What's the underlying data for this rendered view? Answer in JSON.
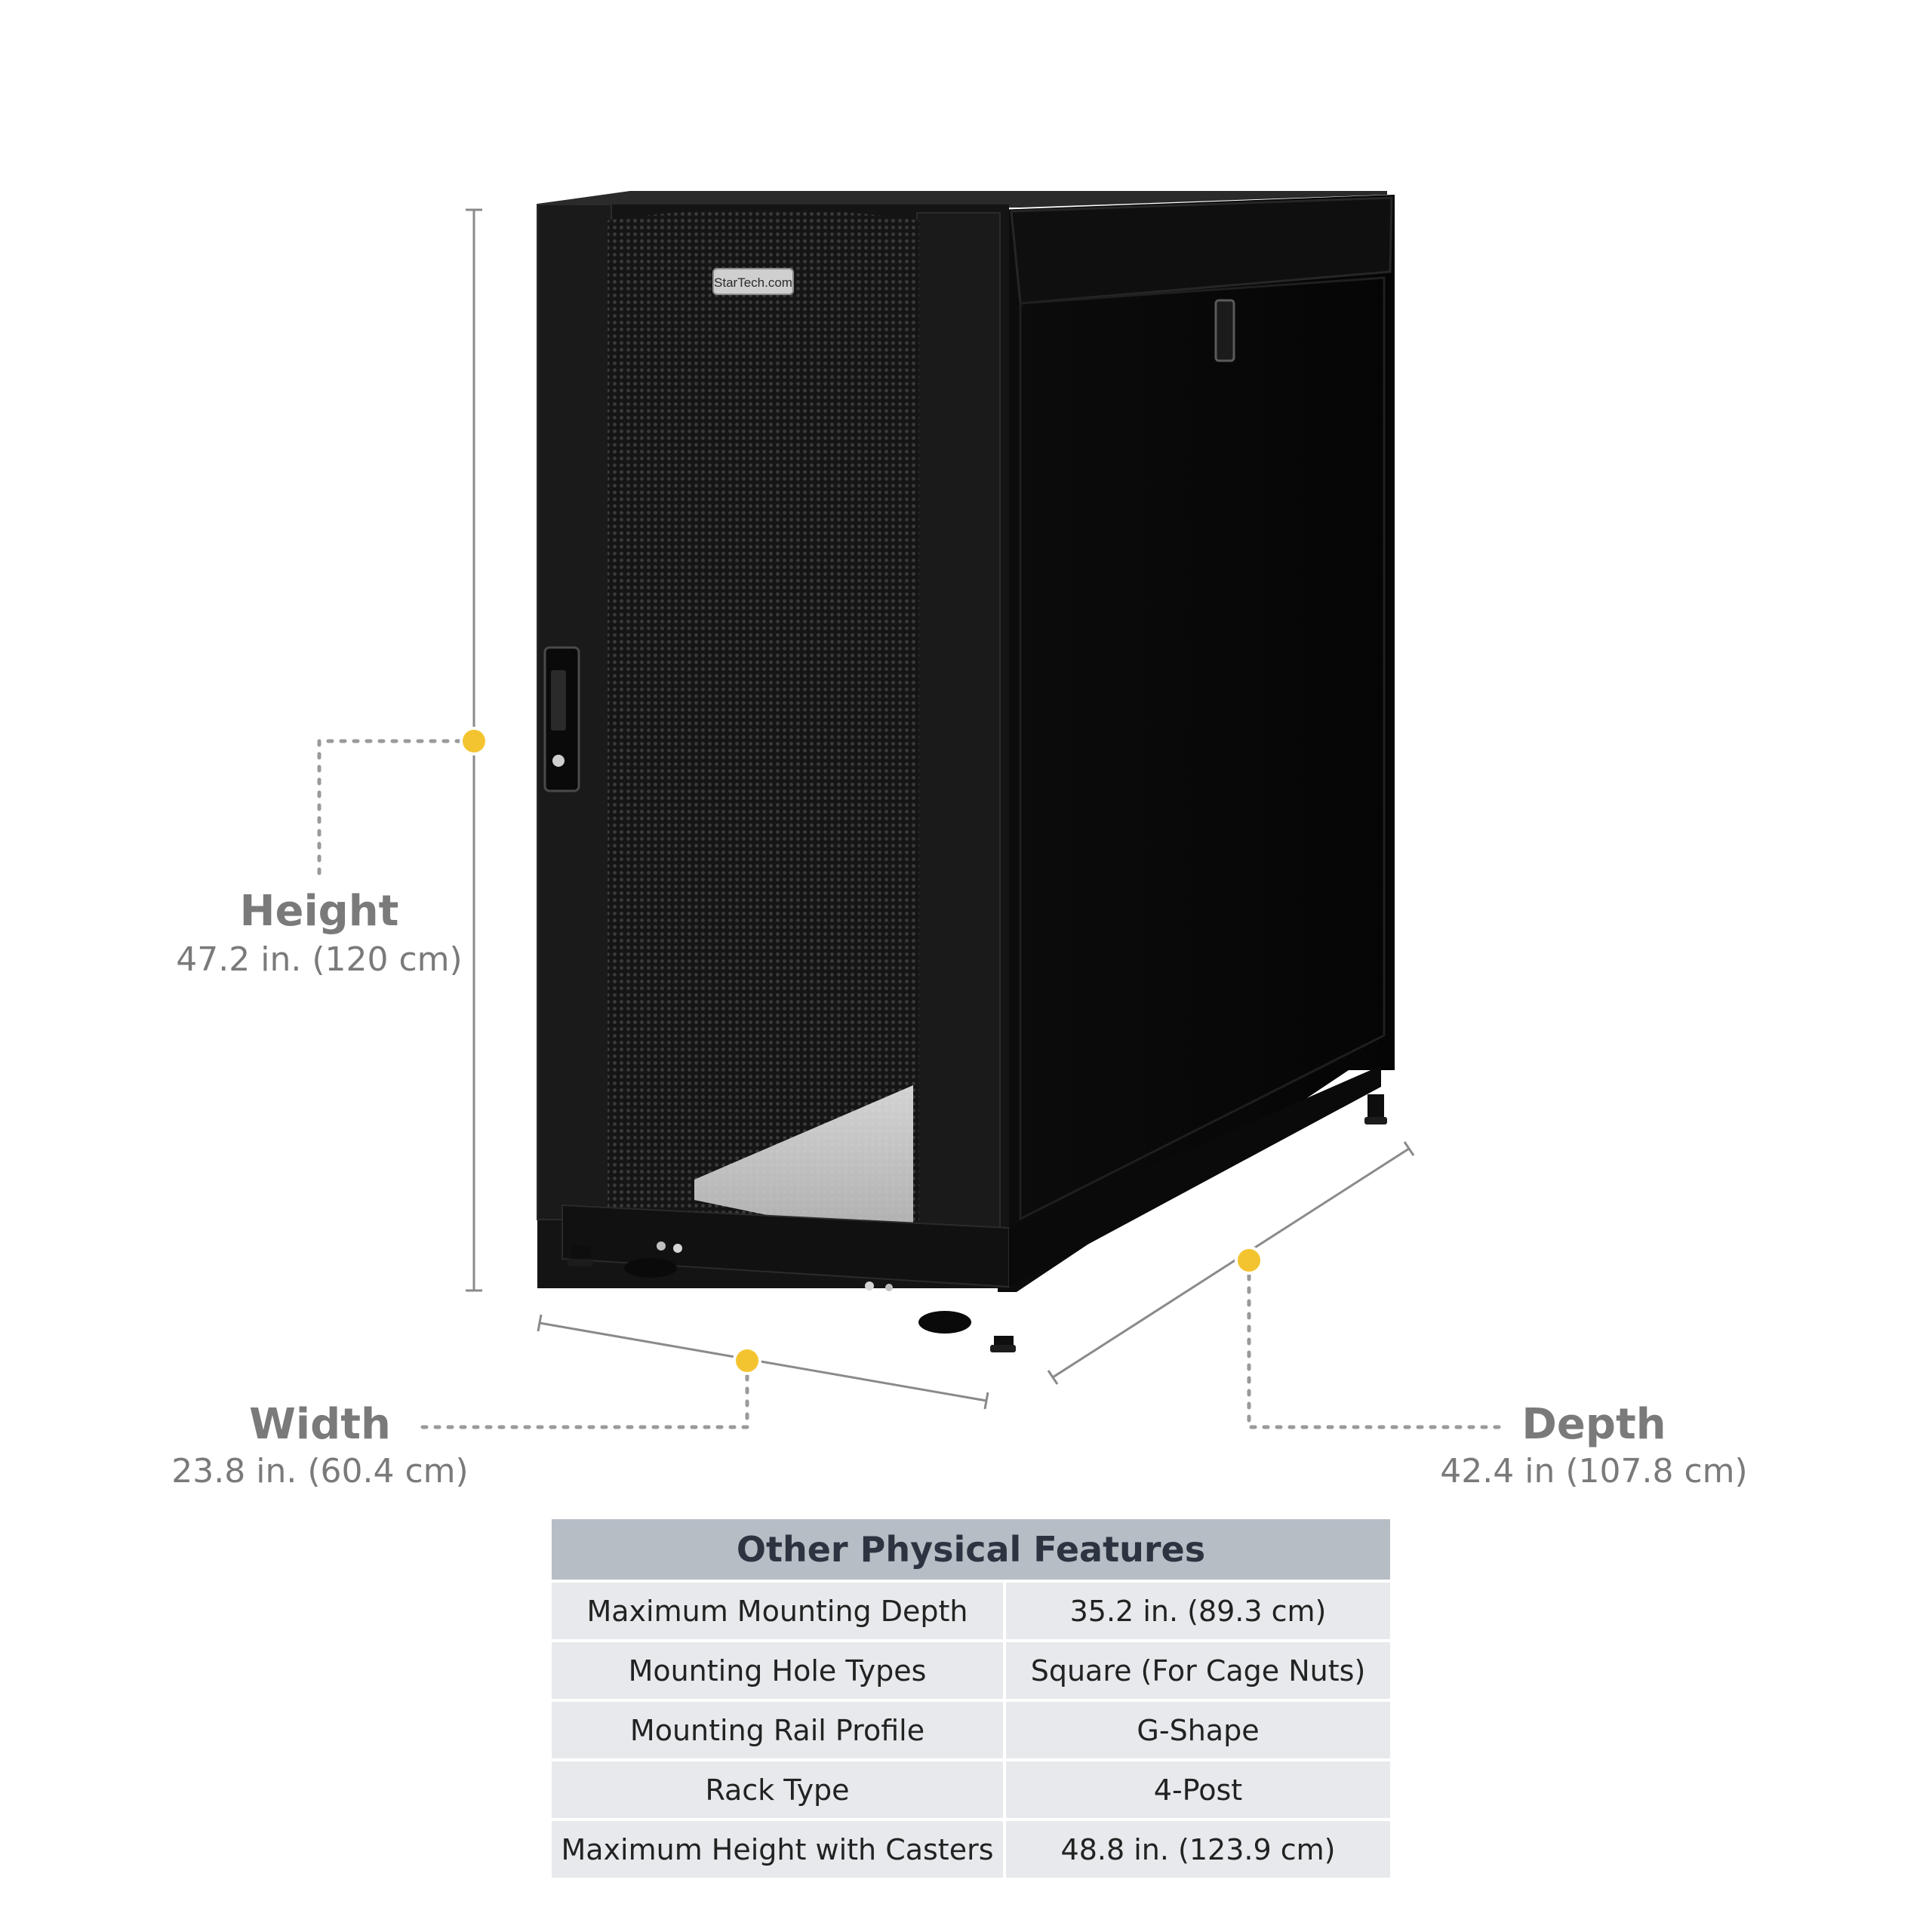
{
  "brand_logo_text": "StarTech.com",
  "accent_color": "#f4c430",
  "dimensions": {
    "height": {
      "title": "Height",
      "value": "47.2 in. (120 cm)"
    },
    "width": {
      "title": "Width",
      "value": "23.8 in. (60.4 cm)"
    },
    "depth": {
      "title": "Depth",
      "value": "42.4 in (107.8 cm)"
    }
  },
  "features_table": {
    "title": "Other Physical Features",
    "rows": [
      {
        "label": "Maximum Mounting Depth",
        "value": "35.2 in. (89.3 cm)"
      },
      {
        "label": "Mounting Hole Types",
        "value": "Square (For Cage Nuts)"
      },
      {
        "label": "Mounting Rail Profile",
        "value": "G-Shape"
      },
      {
        "label": "Rack Type",
        "value": "4-Post"
      },
      {
        "label": "Maximum Height with Casters",
        "value": "48.8 in. (123.9 cm)"
      }
    ]
  }
}
